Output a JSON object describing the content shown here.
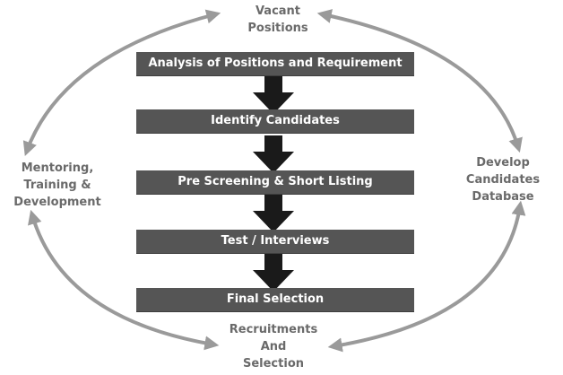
{
  "cycle": {
    "top_lines": [
      "Vacant",
      "Positions"
    ],
    "right_lines": [
      "Develop",
      "Candidates",
      "Database"
    ],
    "bottom_lines": [
      "Recruitments",
      "And",
      "Selection"
    ],
    "left_lines": [
      "Mentoring,",
      "Training &",
      "Development"
    ]
  },
  "steps": [
    {
      "label": "Analysis of Positions and Requirement"
    },
    {
      "label": "Identify Candidates"
    },
    {
      "label": "Pre Screening & Short Listing"
    },
    {
      "label": "Test / Interviews"
    },
    {
      "label": "Final Selection"
    }
  ],
  "colors": {
    "bar": "#555555",
    "bar_text": "#ffffff",
    "cycle_arrow": "#9a9a9a",
    "node_text": "#6a6a6a",
    "down_arrow": "#1a1a1a"
  }
}
